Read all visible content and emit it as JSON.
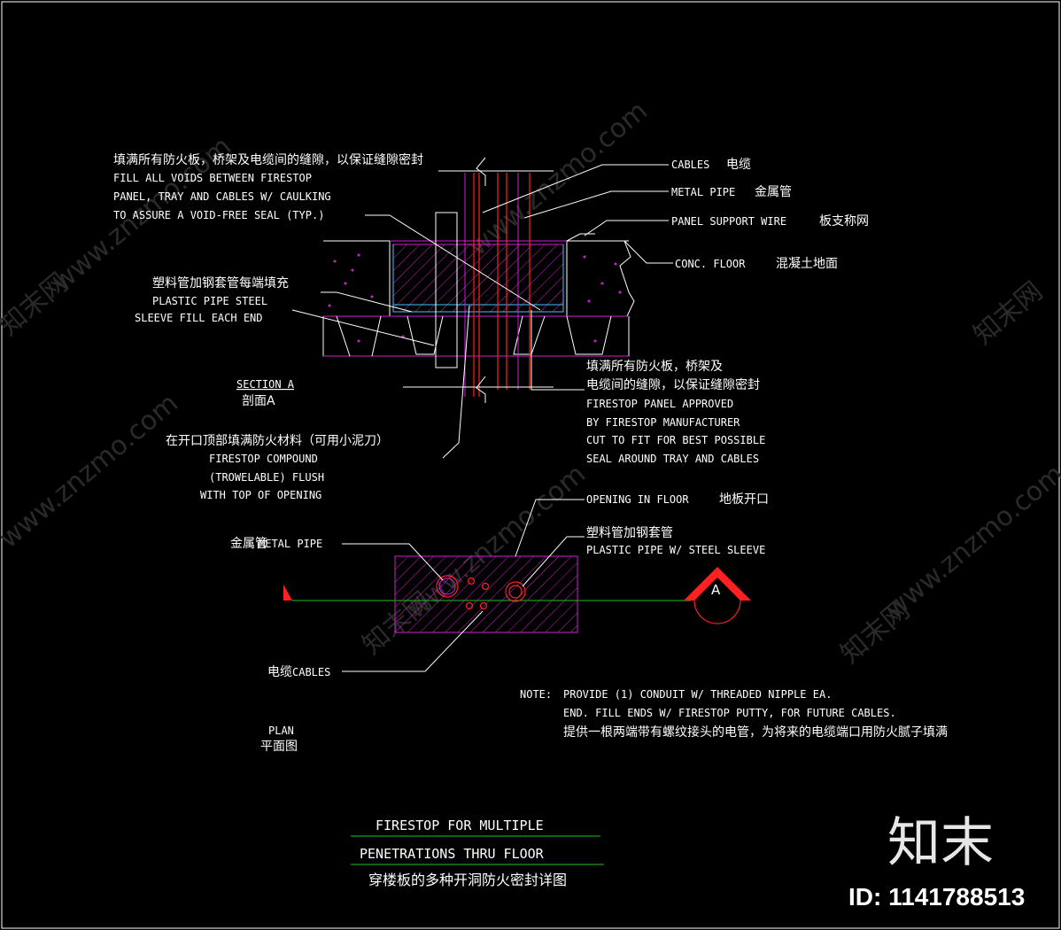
{
  "watermark": {
    "site": "www.znzmo.com",
    "brand_cn": "知末网",
    "logo": "知末",
    "id_text": "ID: 1141788513"
  },
  "section": {
    "label_en": "SECTION A",
    "label_zh": "剖面A",
    "notes": {
      "voids_zh": "填满所有防火板，桥架及电缆间的缝隙，以保证缝隙密封",
      "voids_en1": "FILL ALL VOIDS BETWEEN FIRESTOP",
      "voids_en2": "PANEL, TRAY AND CABLES W/ CAULKING",
      "voids_en3": "TO ASSURE A VOID-FREE SEAL (TYP.)",
      "cables_en": "CABLES",
      "cables_zh": "电缆",
      "metal_pipe_en": "METAL PIPE",
      "metal_pipe_zh": "金属管",
      "support_wire_en": "PANEL SUPPORT WIRE",
      "support_wire_zh": "板支称网",
      "conc_floor_en": "CONC. FLOOR",
      "conc_floor_zh": "混凝土地面",
      "plastic_zh": "塑料管加钢套管每端填充",
      "plastic_en1": "PLASTIC PIPE STEEL",
      "plastic_en2": "SLEEVE FILL EACH END",
      "panel_zh1": "填满所有防火板，桥架及",
      "panel_zh2": "电缆间的缝隙，以保证缝隙密封",
      "panel_en1": "FIRESTOP PANEL APPROVED",
      "panel_en2": "BY FIRESTOP MANUFACTURER",
      "panel_en3": "CUT TO FIT FOR BEST POSSIBLE",
      "panel_en4": "SEAL AROUND TRAY AND CABLES",
      "compound_zh": "在开口顶部填满防火材料（可用小泥刀）",
      "compound_en1": "FIRESTOP COMPOUND",
      "compound_en2": "(TROWELABLE) FLUSH",
      "compound_en3": "WITH TOP OF OPENING"
    }
  },
  "plan": {
    "label_en": "PLAN",
    "label_zh": "平面图",
    "section_marker": "A",
    "notes": {
      "opening_en": "OPENING IN FLOOR",
      "opening_zh": "地板开口",
      "sleeve_zh": "塑料管加钢套管",
      "sleeve_en": "PLASTIC PIPE W/ STEEL SLEEVE",
      "metal_pipe_zh": "金属管",
      "metal_pipe_en": "METAL PIPE",
      "cables_zh": "电缆",
      "cables_en": "CABLES"
    }
  },
  "note": {
    "label": "NOTE:",
    "line1": "PROVIDE (1) CONDUIT W/ THREADED NIPPLE EA.",
    "line2": "END.  FILL ENDS W/ FIRESTOP PUTTY, FOR FUTURE CABLES.",
    "line3_zh": "提供一根两端带有螺纹接头的电管，为将来的电缆端口用防火腻子填满"
  },
  "title": {
    "line1": "FIRESTOP FOR MULTIPLE",
    "line2": "PENETRATIONS THRU FLOOR",
    "line3_zh": "穿楼板的多种开洞防火密封详图"
  },
  "colors": {
    "background": "#000000",
    "line_white": "#ffffff",
    "line_magenta": "#d020d0",
    "line_red": "#ff2020",
    "line_green": "#20c020",
    "line_cyan": "#40c0ff"
  }
}
